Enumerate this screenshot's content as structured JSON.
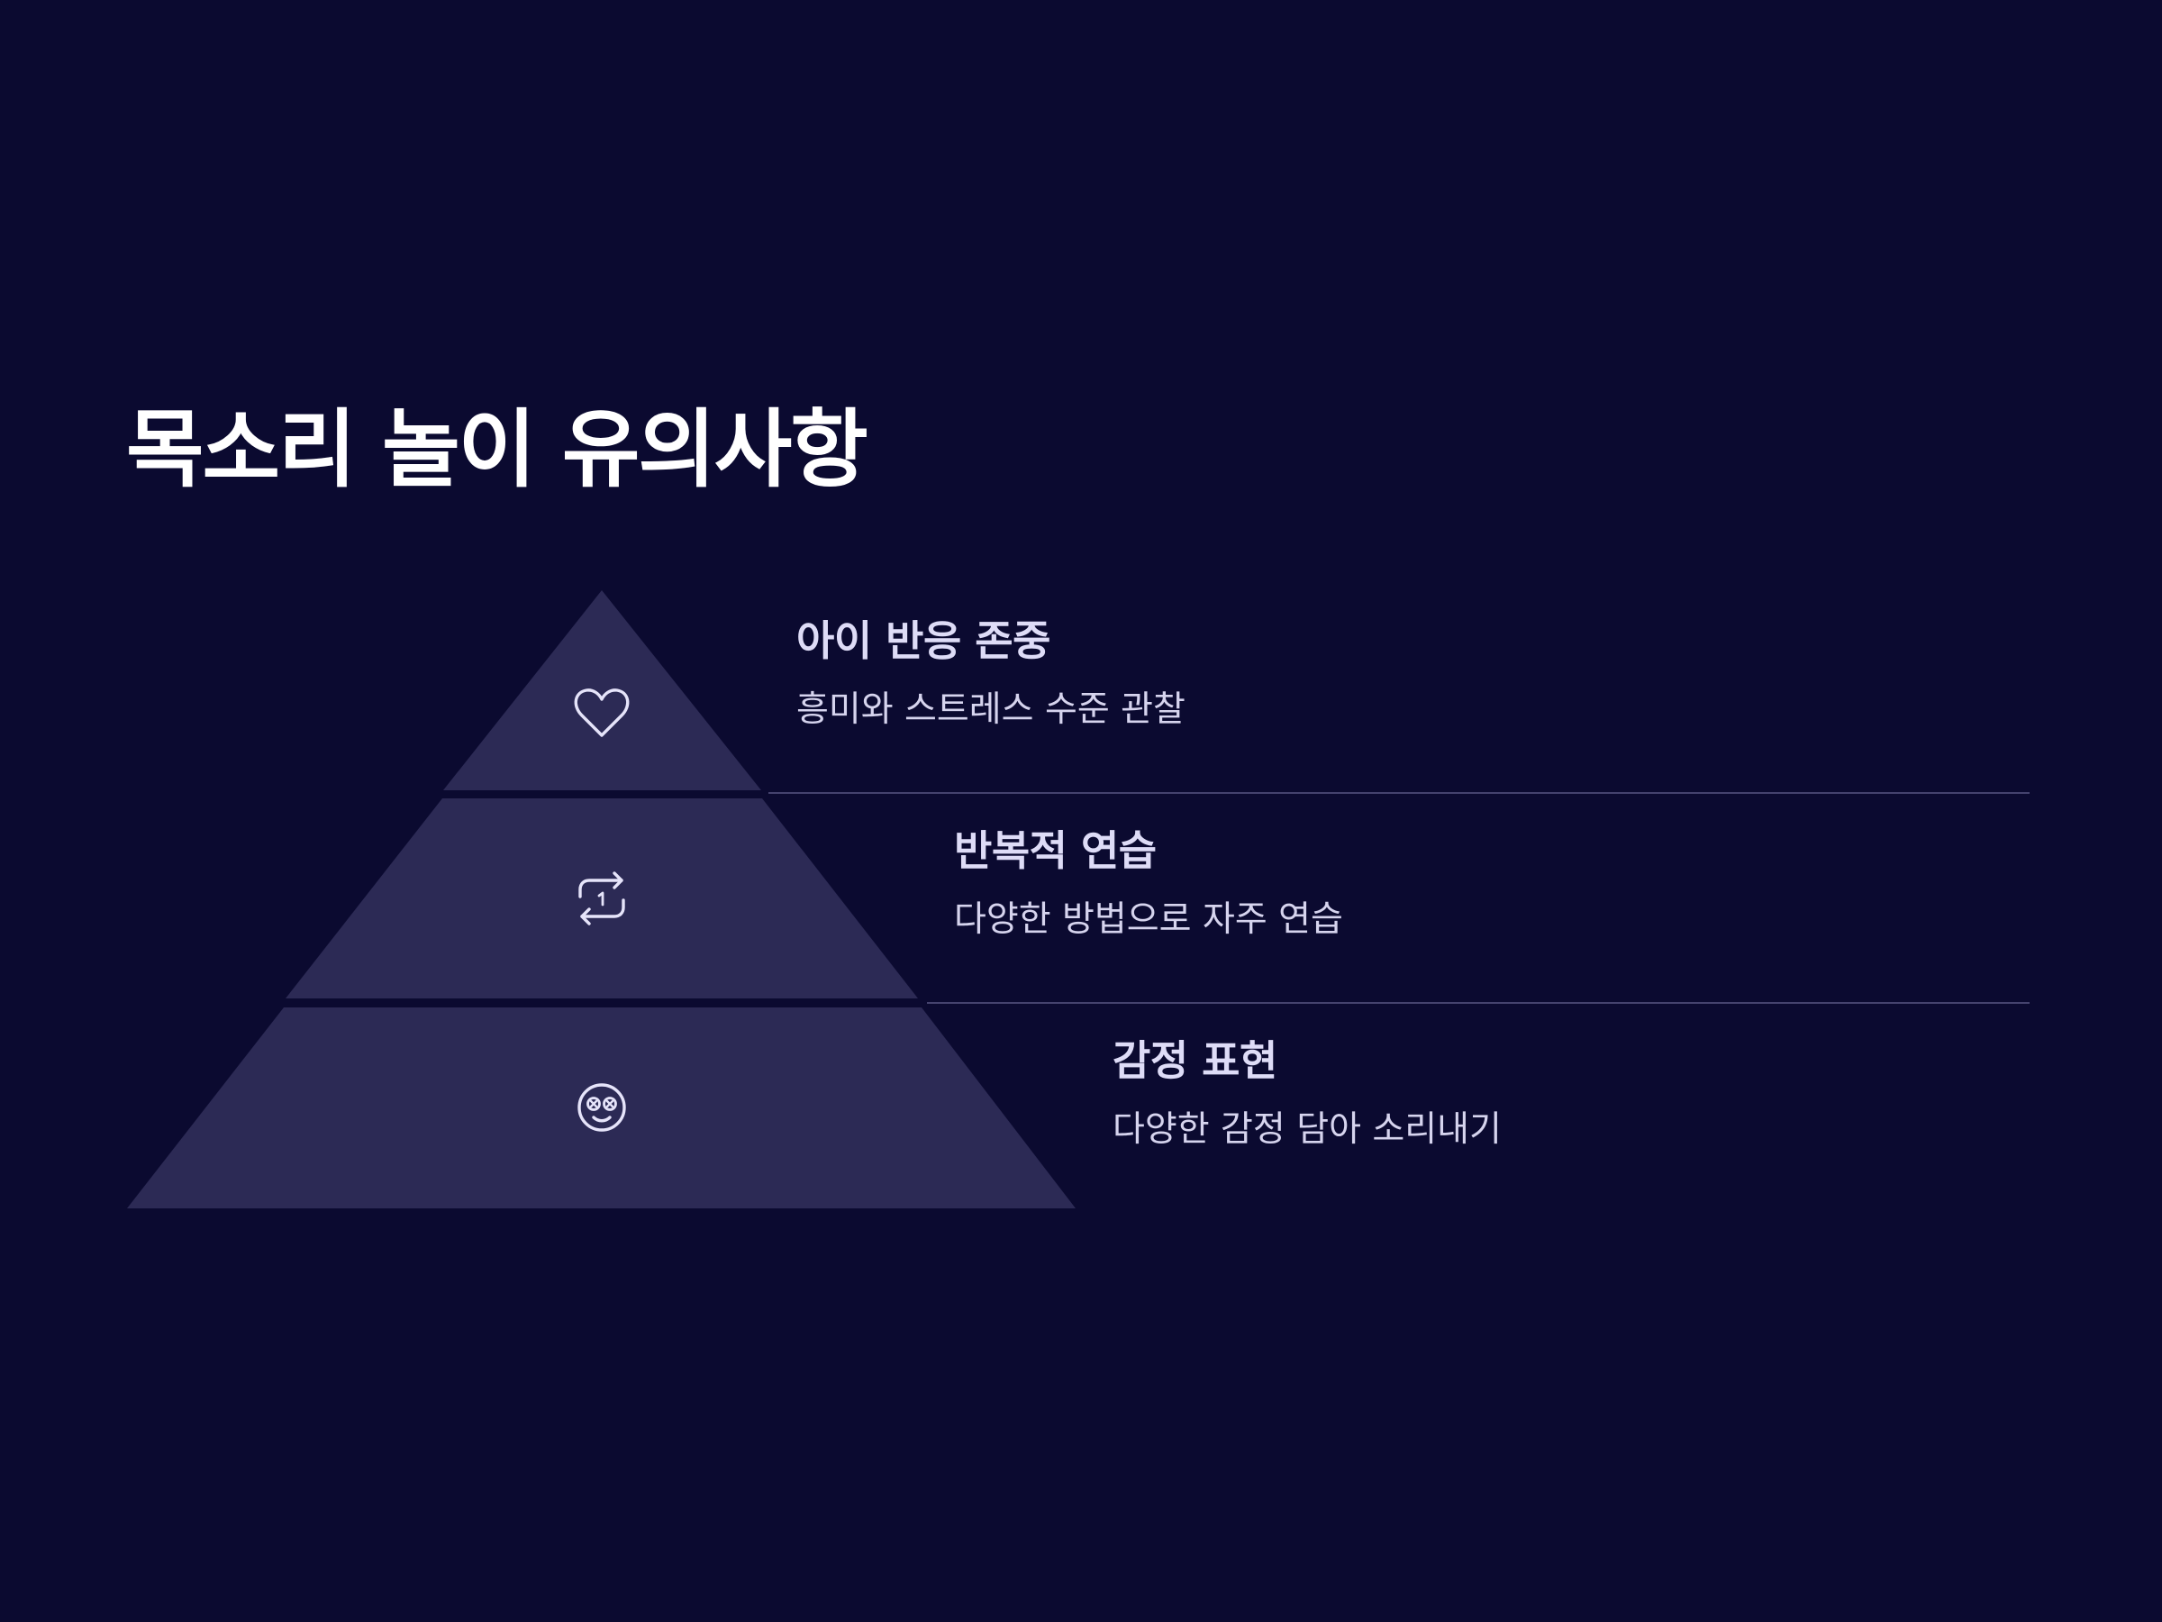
{
  "title": "목소리 놀이 유의사항",
  "colors": {
    "background": "#0b0a30",
    "tier_fill": "#2c2a55",
    "divider": "#45436e",
    "title_text": "#ffffff",
    "heading_text": "#dedcf7",
    "body_text": "#d6d4ee"
  },
  "tiers": [
    {
      "icon": "heart-icon",
      "heading": "아이 반응 존중",
      "description": "흥미와 스트레스 수준 관찰"
    },
    {
      "icon": "repeat-once-icon",
      "heading": "반복적 연습",
      "description": "다양한 방법으로 자주 연습"
    },
    {
      "icon": "starstruck-face-icon",
      "heading": "감정 표현",
      "description": "다양한 감정 담아 소리내기"
    }
  ]
}
